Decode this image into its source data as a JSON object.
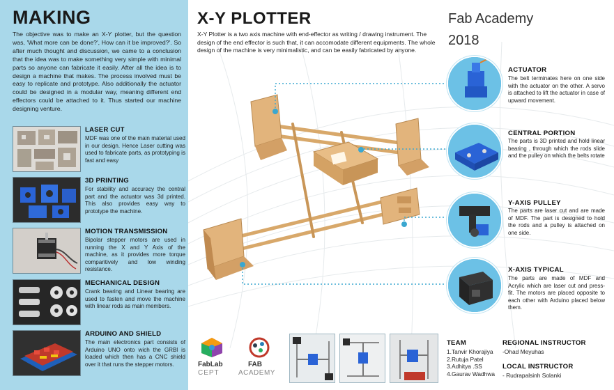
{
  "left": {
    "title": "MAKING",
    "intro": "The objective was to make an X-Y plotter, but the question was, 'What more can be done?', How can it be improved?'. So after much thought and discussion, we came to a conclusion that the idea was to make something very simple with minimal parts so anyone can fabricate it easily. After all the idea is to design a machine that makes. The process involved must be easy to replicate and prototype. Also additionally the actuator could be designed in a modular way, meaning different end effectors could be attached to it. Thus started our machine designing venture.",
    "sections": [
      {
        "title": "LASER CUT",
        "body": "MDF was one of the main material used in our design. Hence Laser cutting was used to fabricate parts, as prototyping is fast and easy"
      },
      {
        "title": "3D PRINTING",
        "body": "For stability and accuracy the central part and the actuator was 3d printed. This also provides easy way to prototype the machine."
      },
      {
        "title": "MOTION TRANSMISSION",
        "body": "Bipolar stepper motors are used in running the X and Y Axis of the machine, as it provides more torque comparitively and low winding resistance."
      },
      {
        "title": "MECHANICAL DESIGN",
        "body": "Crank bearing and Linear bearing are used to fasten and move the machine with linear rods as main members."
      },
      {
        "title": "ARDUINO AND SHIELD",
        "body": "The main electronics part consists of Arduino UNO onto wich the GRBl is loaded which then has a CNC shield over it that runs the stepper motors."
      }
    ]
  },
  "center": {
    "title": "X-Y PLOTTER",
    "desc": "X-Y Plotter is a two axis machine with end-effector as writing / drawing instrument. The design of the end effector is such that, it can accomodate different equipments. The whole design of the machine is very minimalistic, and can be easily fabricated by anyone."
  },
  "header": {
    "fab_line1": "Fab Academy",
    "fab_line2": "2018"
  },
  "right": [
    {
      "title": "ACTUATOR",
      "body": "The belt terminates here on one side with the actuator on the other. A servo is attached to lift the actuator in case of upward movement."
    },
    {
      "title": "CENTRAL PORTION",
      "body": "The parts is 3D printed and hold linear bearing , through which the rods slide and the pulley on which the belts rotate"
    },
    {
      "title": "Y-AXIS PULLEY",
      "body": "The parts are laser cut and are made of MDF. The part is designed to hold the rods and a pulley is attached on one side."
    },
    {
      "title": "X-AXIS TYPICAL",
      "body": "The parts are made of MDF and Acrylic which are laser cut and press-fit. The motors are placed opposite to each other with Arduino placed below them."
    }
  ],
  "logos": {
    "fablab_line1": "FabLab",
    "fablab_line2": "CEPT",
    "fab_line1": "FAB",
    "fab_line2": "ACADEMY"
  },
  "team": {
    "title": "TEAM",
    "members": [
      "1.Tanvir Khorajiya",
      "2.Rutuja Patel",
      "3.Adhitya .SS",
      "4.Gaurav Wadhwa"
    ]
  },
  "regional": {
    "title": "REGIONAL INSTRUCTOR",
    "name": "-Ohad Meyuhas"
  },
  "local": {
    "title": "LOCAL INSTRUCTOR",
    "name": "- Rudrapalsinh Solanki"
  },
  "colors": {
    "panel": "#a9d8ea",
    "accent": "#3aa7d0",
    "mdf": "#e2b47c",
    "blue_part": "#2a63d6"
  }
}
